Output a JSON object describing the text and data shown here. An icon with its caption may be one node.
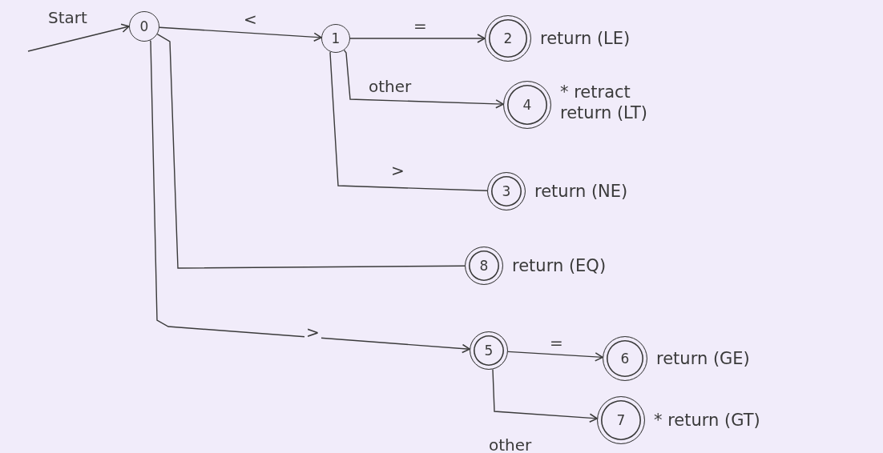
{
  "diagram": {
    "nodes": [
      {
        "text": [
          "0"
        ]
      },
      {
        "text": [
          "1"
        ]
      },
      {
        "text": [
          "2"
        ],
        "beside": [
          "return (LE)"
        ]
      },
      {
        "text": [
          "4"
        ],
        "beside": [
          "* retract return (LT)"
        ]
      },
      {
        "text": [
          "3"
        ],
        "beside": [
          "return (NE)"
        ]
      },
      {
        "text": [
          "8"
        ],
        "beside": [
          "return (EQ)"
        ]
      },
      {
        "text": [
          "5"
        ]
      },
      {
        "text": [
          "6"
        ],
        "beside": [
          "return (GE)"
        ]
      },
      {
        "text": [
          "7"
        ],
        "beside": [
          "* return (GT)"
        ]
      }
    ],
    "edges": [
      {
        "from": null,
        "to": 0,
        "label": "Start",
        "arrow": "to"
      },
      {
        "from": 0,
        "to": 1,
        "label": "<",
        "arrow": "to"
      },
      {
        "from": 1,
        "to": 2,
        "label": "=",
        "arrow": "to"
      },
      {
        "from": 1,
        "to": 3,
        "label": "other",
        "arrow": "to"
      },
      {
        "from": 1,
        "to": 4,
        "label": ">",
        "arrow": "none"
      },
      {
        "from": 0,
        "to": 5,
        "arrow": "none"
      },
      {
        "from": 0,
        "to": 6,
        "label": ">",
        "arrow": "to"
      },
      {
        "from": 6,
        "to": 7,
        "label": "=",
        "arrow": "to"
      },
      {
        "from": 6,
        "to": 8,
        "label": "other",
        "arrow": "to"
      }
    ]
  }
}
